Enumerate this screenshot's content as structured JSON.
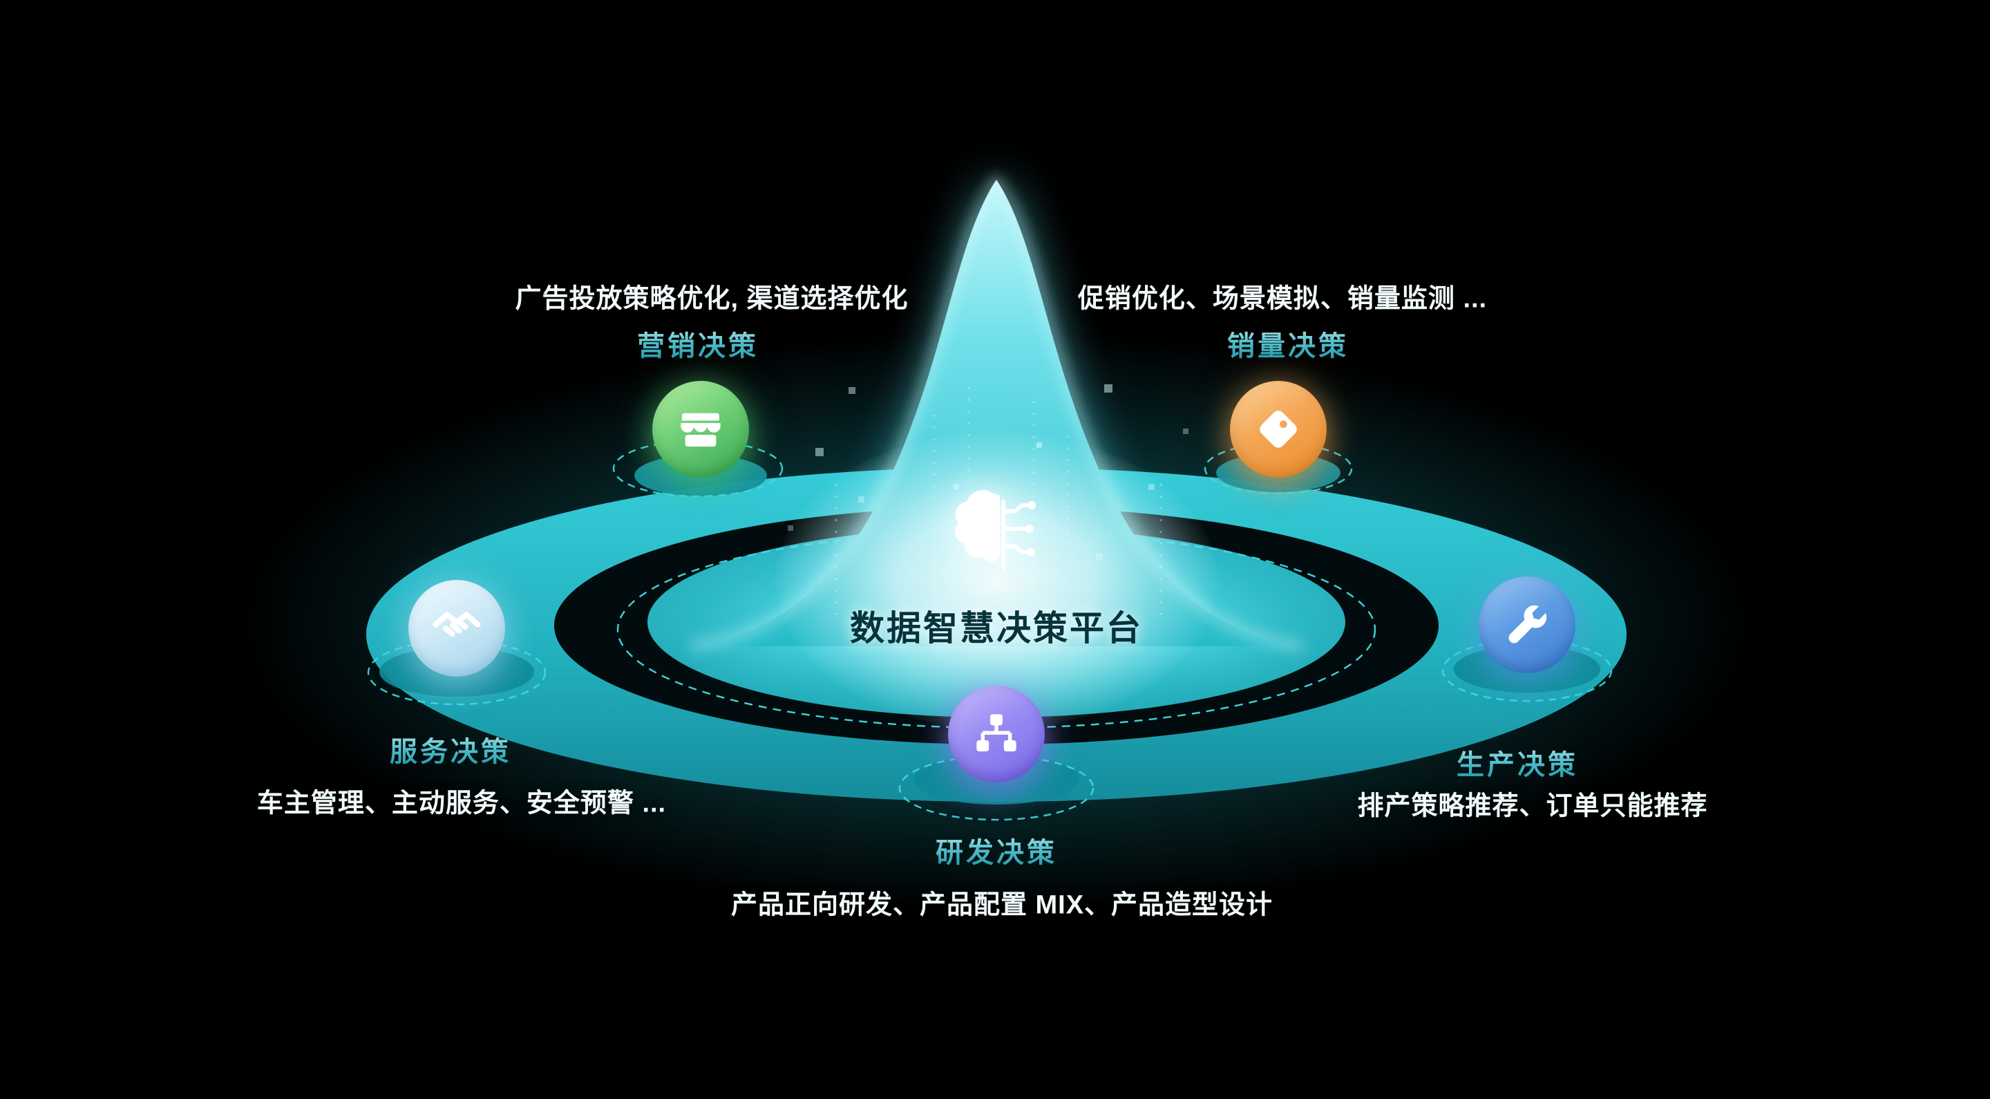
{
  "diagram": {
    "center": {
      "title": "数据智慧决策平台",
      "icon": "brain-circuit-icon"
    },
    "nodes": [
      {
        "id": "marketing",
        "label": "营销决策",
        "desc": "广告投放策略优化, 渠道选择优化",
        "icon": "storefront-icon",
        "accent": "#4cb85a"
      },
      {
        "id": "sales",
        "label": "销量决策",
        "desc": "促销优化、场景模拟、销量监测 ...",
        "icon": "price-tag-icon",
        "accent": "#f09a3e"
      },
      {
        "id": "service",
        "label": "服务决策",
        "desc": "车主管理、主动服务、安全预警 ...",
        "icon": "handshake-icon",
        "accent": "#a7d8ef"
      },
      {
        "id": "production",
        "label": "生产决策",
        "desc": "排产策略推荐、订单只能推荐",
        "icon": "wrench-icon",
        "accent": "#4a8fd9"
      },
      {
        "id": "rnd",
        "label": "研发决策",
        "desc": "产品正向研发、产品配置 MIX、产品造型设计",
        "icon": "hierarchy-icon",
        "accent": "#8b7ff2"
      }
    ],
    "colors": {
      "background": "#000000",
      "platform_teal": "#2bc2cf",
      "glow_white": "#ffffff",
      "dashed_cyan": "#3fd9e4"
    }
  }
}
